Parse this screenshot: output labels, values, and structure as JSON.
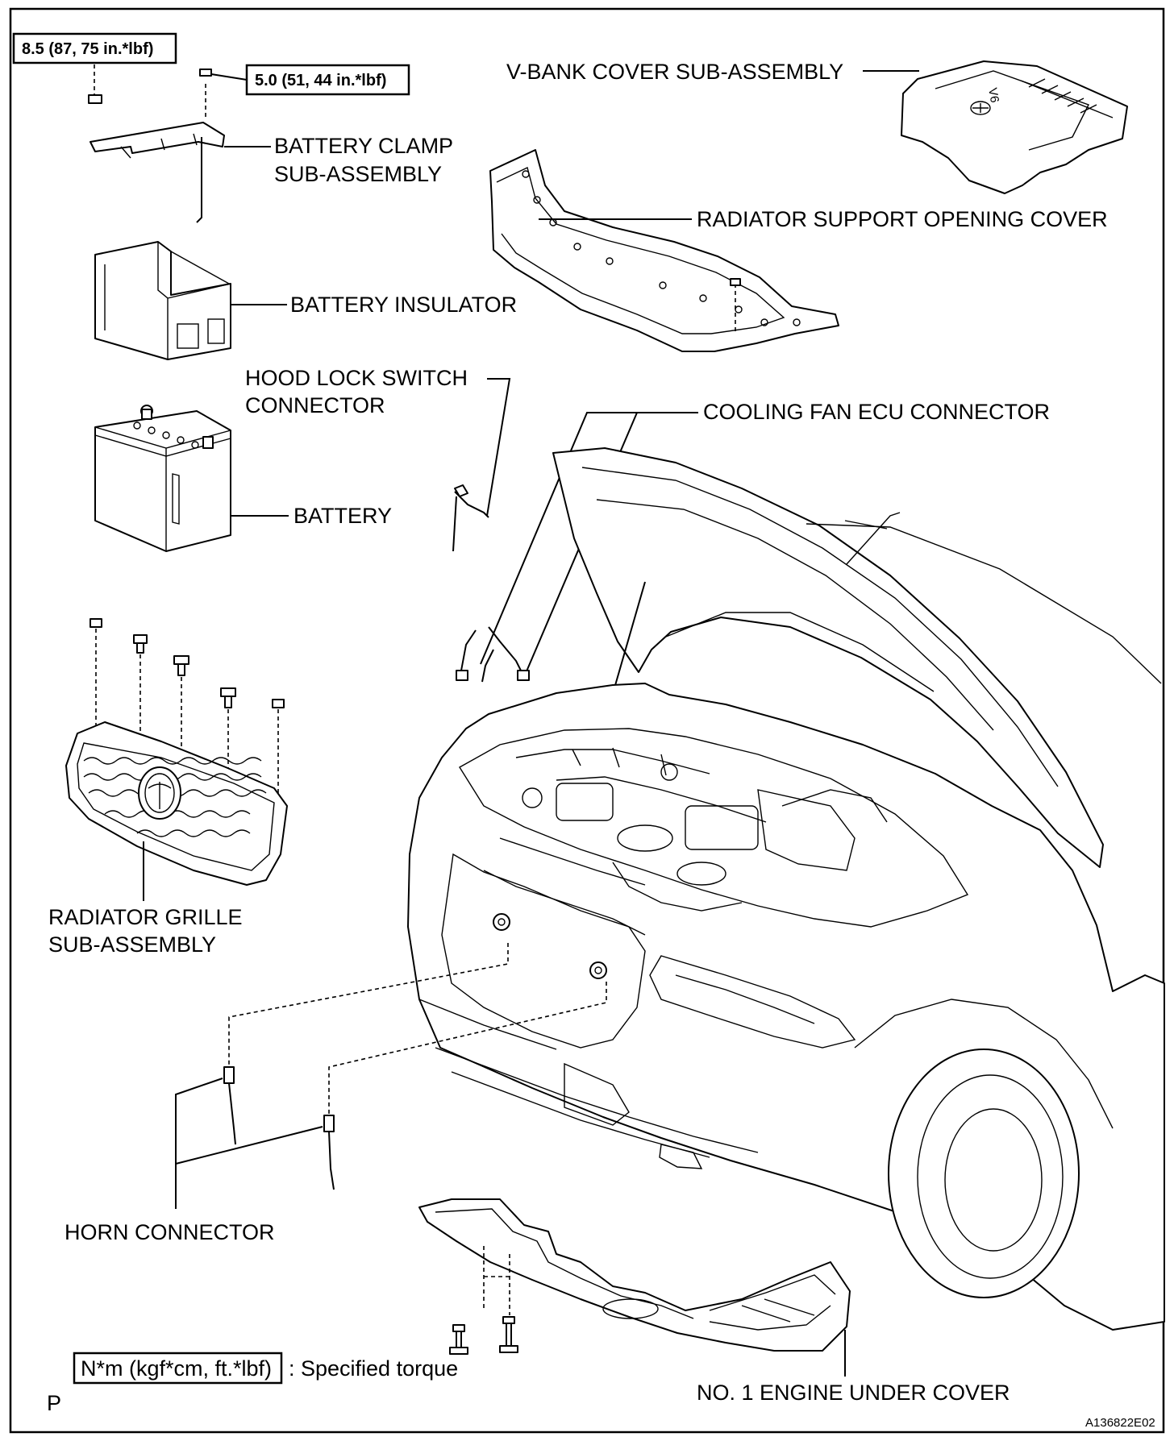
{
  "torque_specs": [
    {
      "id": "battery-clamp-nut",
      "value": "8.5 (87, 75 in.*lbf)"
    },
    {
      "id": "battery-clamp-rod-nut",
      "value": "5.0 (51, 44 in.*lbf)"
    }
  ],
  "parts": {
    "v_bank_cover": "V-BANK COVER SUB-ASSEMBLY",
    "battery_clamp_line1": "BATTERY CLAMP",
    "battery_clamp_line2": "SUB-ASSEMBLY",
    "radiator_support_opening_cover": "RADIATOR SUPPORT OPENING COVER",
    "battery_insulator": "BATTERY INSULATOR",
    "hood_lock_switch_line1": "HOOD LOCK SWITCH",
    "hood_lock_switch_line2": "CONNECTOR",
    "cooling_fan_ecu_connector": "COOLING FAN ECU CONNECTOR",
    "battery": "BATTERY",
    "radiator_grille_line1": "RADIATOR GRILLE",
    "radiator_grille_line2": "SUB-ASSEMBLY",
    "horn_connector": "HORN CONNECTOR",
    "engine_under_cover": "NO. 1 ENGINE UNDER COVER"
  },
  "legend": {
    "unit_box": "N*m (kgf*cm, ft.*lbf)",
    "description": ": Specified torque"
  },
  "footer": {
    "page_mark": "P",
    "figure_id": "A136822E02"
  }
}
